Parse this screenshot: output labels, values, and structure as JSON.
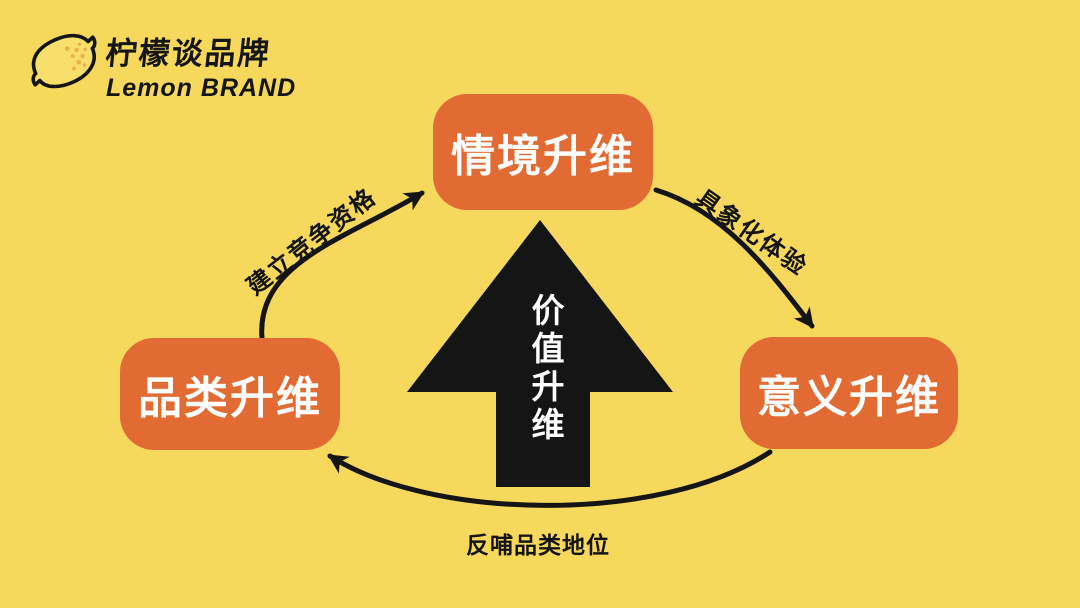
{
  "logo": {
    "title_cn": "柠檬谈品牌",
    "title_en": "Lemon BRAND"
  },
  "diagram": {
    "center_arrow_label": "价值升维",
    "nodes": {
      "top": {
        "label": "情境升维"
      },
      "left": {
        "label": "品类升维"
      },
      "right": {
        "label": "意义升维"
      }
    },
    "edges": {
      "left_to_top": {
        "label": "建立竞争资格",
        "from": "品类升维",
        "to": "情境升维"
      },
      "top_to_right": {
        "label": "具象化体验",
        "from": "情境升维",
        "to": "意义升维"
      },
      "right_to_left": {
        "label": "反哺品类地位",
        "from": "意义升维",
        "to": "品类升维"
      }
    }
  },
  "colors": {
    "background": "#F6D95C",
    "node": "#E16B33",
    "ink": "#151515",
    "node_text": "#FFFFFF",
    "lemon_fill": "#F8DF6B",
    "lemon_dots": "#E9A84C"
  }
}
